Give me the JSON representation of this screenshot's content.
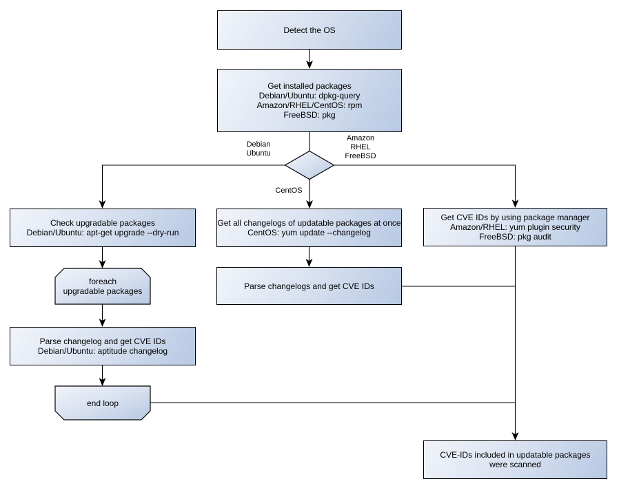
{
  "palette": {
    "node_fill_light": "#f1f4fa",
    "node_fill_dark": "#b7c9e3",
    "node_border": "#000000",
    "line_color": "#000000",
    "text_color": "#000000",
    "background": "#ffffff"
  },
  "nodes": {
    "detect_os": {
      "lines": [
        "Detect the OS"
      ]
    },
    "get_installed_packages": {
      "lines": [
        "Get installed packages",
        "Debian/Ubuntu: dpkg-query",
        "Amazon/RHEL/CentOS: rpm",
        "FreeBSD: pkg"
      ]
    },
    "os_decision": {
      "shape": "diamond"
    },
    "check_upgradable": {
      "lines": [
        "Check upgradable packages",
        "Debian/Ubuntu: apt-get upgrade --dry-run"
      ]
    },
    "foreach_loop": {
      "lines": [
        "foreach",
        "upgradable packages"
      ]
    },
    "parse_changelog_debian": {
      "lines": [
        "Parse changelog and get  CVE IDs",
        "Debian/Ubuntu: aptitude changelog"
      ]
    },
    "end_loop": {
      "lines": [
        "end loop"
      ]
    },
    "get_all_changelogs": {
      "lines": [
        "Get all changelogs of updatable packages at once",
        "CentOS: yum update --changelog"
      ]
    },
    "parse_changelogs_centos": {
      "lines": [
        "Parse changelogs and get CVE IDs"
      ]
    },
    "get_cve_ids_pkg_manager": {
      "lines": [
        "Get CVE IDs by using package manager",
        "Amazon/RHEL: yum plugin security",
        "FreeBSD: pkg audit"
      ]
    },
    "result_scanned": {
      "lines": [
        "CVE-IDs included in updatable packages",
        "were scanned"
      ]
    }
  },
  "edge_labels": {
    "debian_ubuntu": [
      "Debian",
      "Ubuntu"
    ],
    "amazon_rhel_freebsd": [
      "Amazon",
      "RHEL",
      "FreeBSD"
    ],
    "centos": [
      "CentOS"
    ]
  }
}
